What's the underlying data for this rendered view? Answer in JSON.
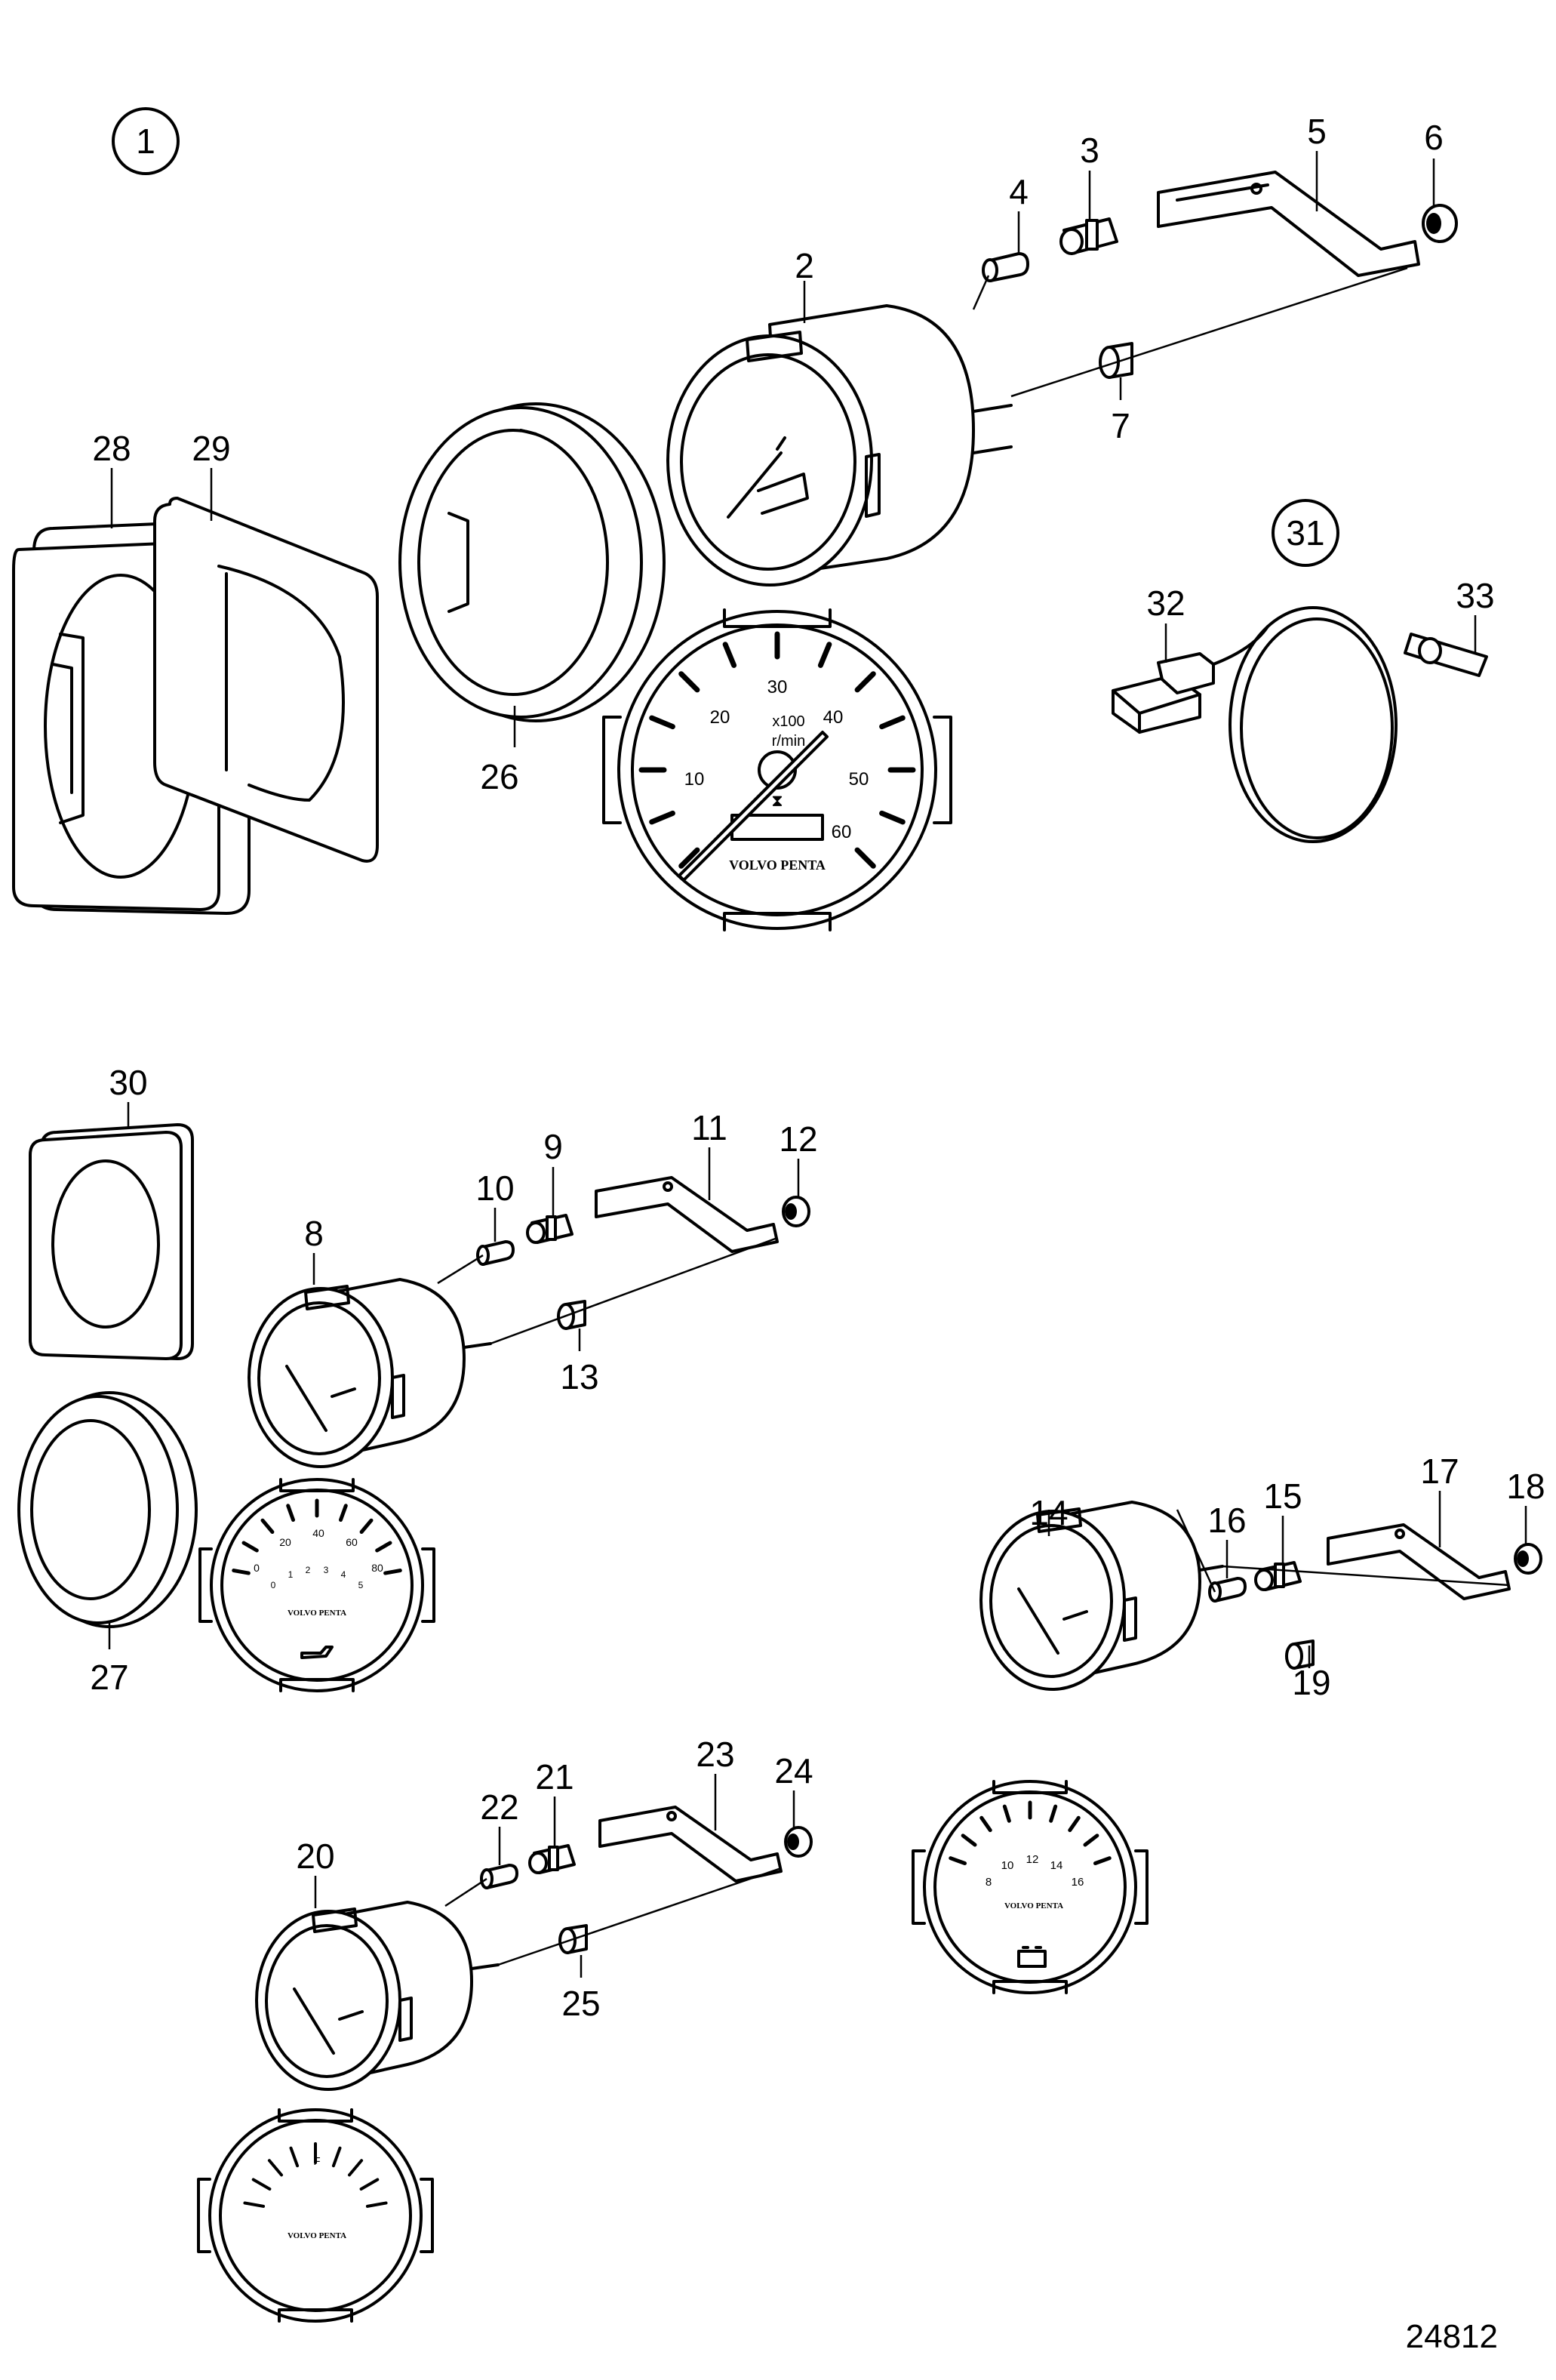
{
  "callouts": [
    "1",
    "2",
    "3",
    "4",
    "5",
    "6",
    "7",
    "8",
    "9",
    "10",
    "11",
    "12",
    "13",
    "14",
    "15",
    "16",
    "17",
    "18",
    "19",
    "20",
    "21",
    "22",
    "23",
    "24",
    "25",
    "26",
    "27",
    "28",
    "29",
    "30",
    "31",
    "32",
    "33"
  ],
  "tachometer": {
    "scale": [
      "10",
      "20",
      "30",
      "40",
      "50",
      "60"
    ],
    "unit_line1": "x100",
    "unit_line2": "r/min",
    "brand": "VOLVO PENTA"
  },
  "pressure_gauge": {
    "outer_scale": [
      "0",
      "20",
      "40",
      "60",
      "80"
    ],
    "inner_scale": [
      "0",
      "1",
      "2",
      "3",
      "4",
      "5"
    ],
    "brand": "VOLVO PENTA"
  },
  "volt_gauge": {
    "scale": [
      "8",
      "10",
      "12",
      "14",
      "16"
    ],
    "brand": "VOLVO PENTA"
  },
  "fuel_gauge": {
    "full_mark": "F",
    "brand": "VOLVO PENTA"
  },
  "figure_number": "24812"
}
